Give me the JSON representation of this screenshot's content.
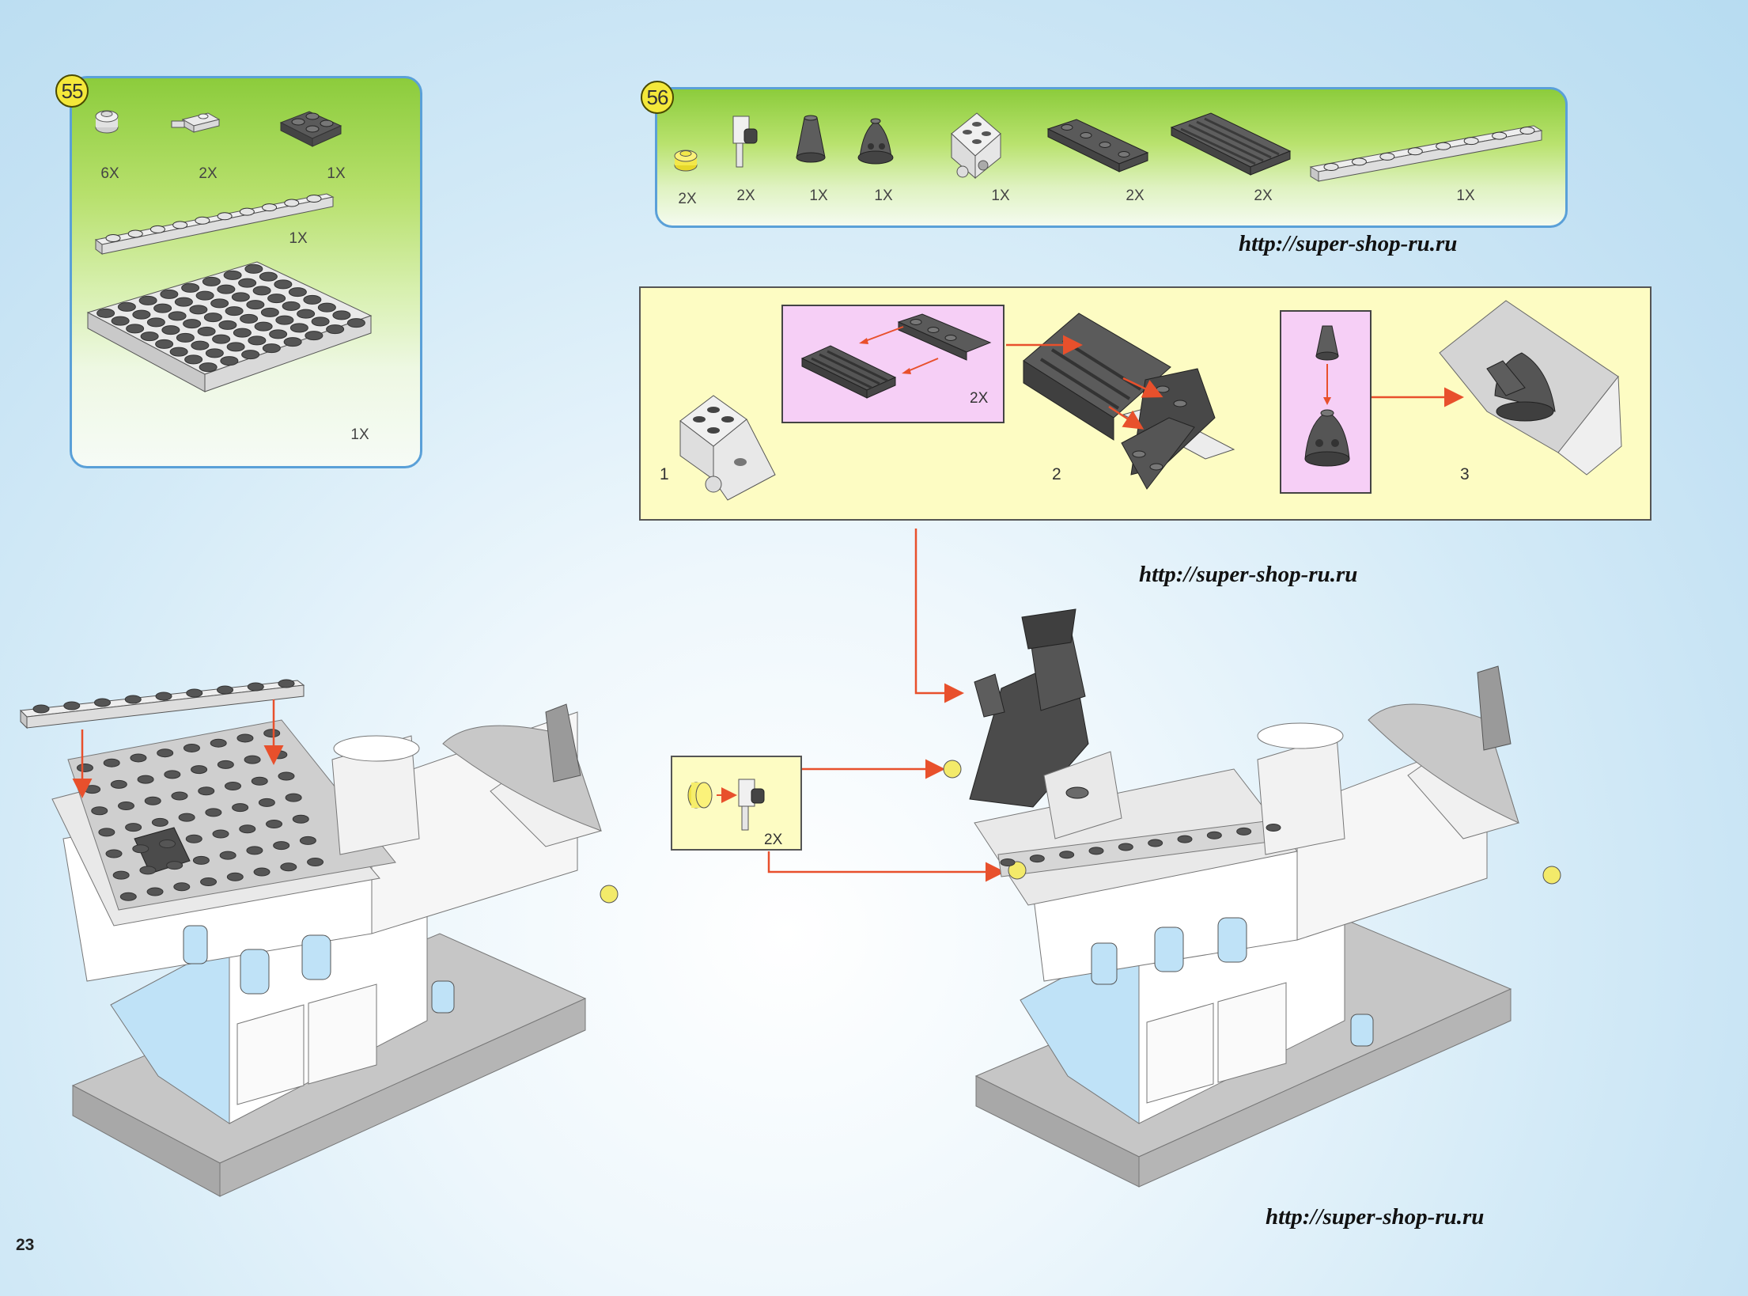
{
  "page_number": "23",
  "step55": {
    "number": "55",
    "parts": [
      {
        "qty": "6X",
        "name": "round-plate-1x1"
      },
      {
        "qty": "2X",
        "name": "plate-with-clip"
      },
      {
        "qty": "1X",
        "name": "plate-2x2-dark"
      },
      {
        "qty": "1X",
        "name": "plate-1x10"
      },
      {
        "qty": "1X",
        "name": "plate-8x8"
      }
    ]
  },
  "step56": {
    "number": "56",
    "parts": [
      {
        "qty": "2X",
        "name": "round-plate-yellow"
      },
      {
        "qty": "2X",
        "name": "plate-with-handle"
      },
      {
        "qty": "1X",
        "name": "cone-dark"
      },
      {
        "qty": "1X",
        "name": "dish-base-dark"
      },
      {
        "qty": "1X",
        "name": "hinge-brick"
      },
      {
        "qty": "2X",
        "name": "plate-with-clips-dark"
      },
      {
        "qty": "2X",
        "name": "grille-tile-dark"
      },
      {
        "qty": "1X",
        "name": "plate-1x8"
      }
    ],
    "substeps": [
      {
        "label": "1"
      },
      {
        "label": "2",
        "qty": "2X"
      },
      {
        "label": "3"
      }
    ]
  },
  "side_callout": {
    "qty": "2X"
  },
  "watermarks": [
    "http://super-shop-ru.ru",
    "http://super-shop-ru.ru",
    "http://super-shop-ru.ru"
  ],
  "colors": {
    "arrow": "#e8502c",
    "panel_border": "#5aa0d8",
    "green": "#8ccc3c",
    "yellow_panel": "#fdfcc3",
    "pink_panel": "#f6cff6",
    "badge": "#f4e83a"
  }
}
